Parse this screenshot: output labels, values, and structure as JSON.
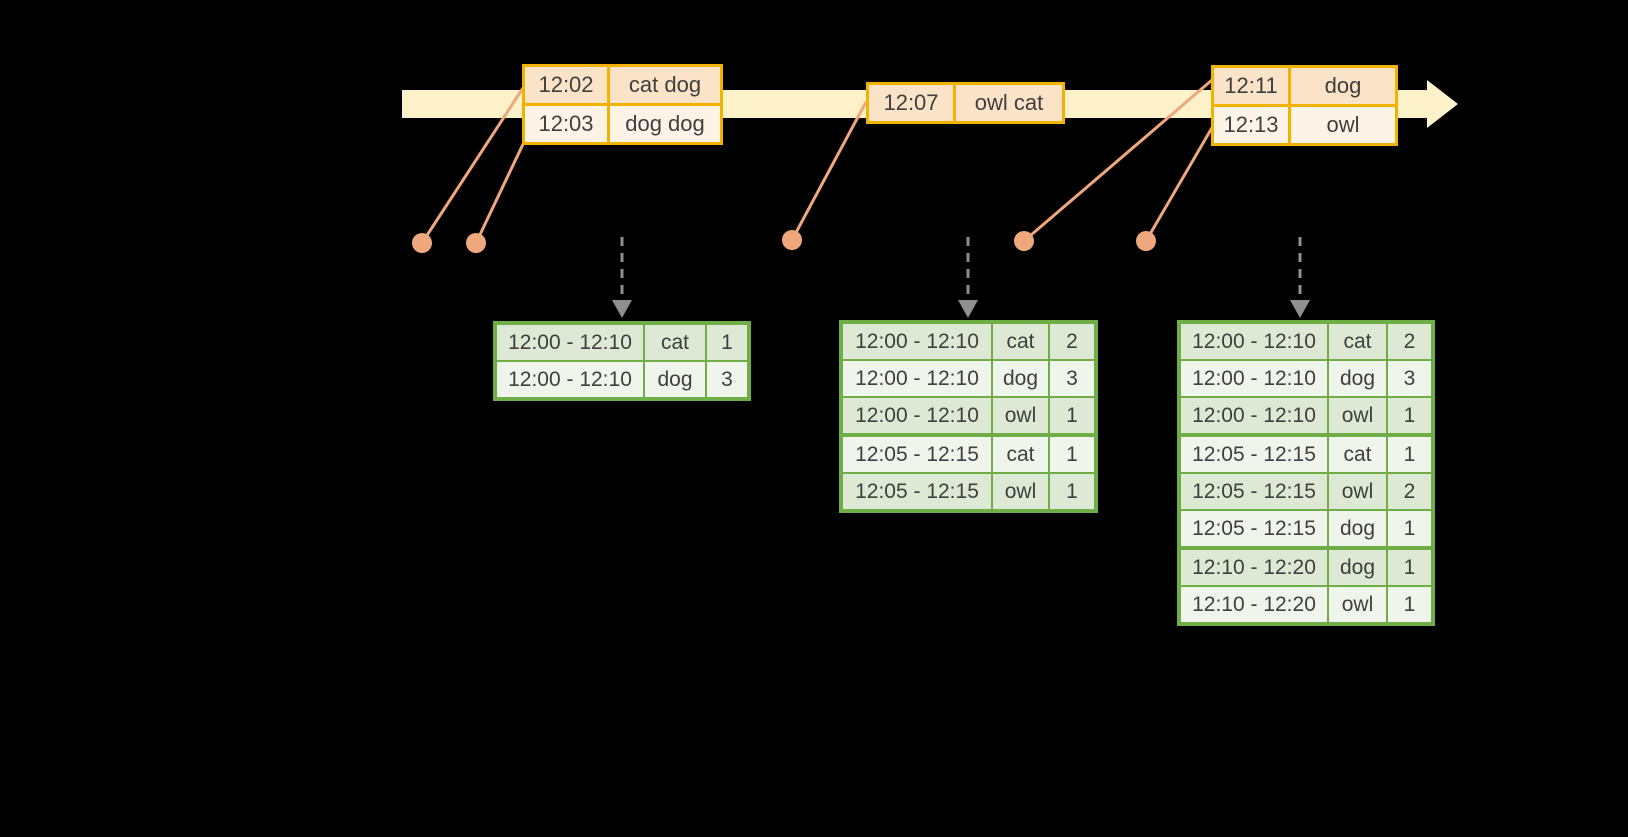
{
  "colors": {
    "background": "#000000",
    "timeline_band": "#fcf1c9",
    "event_border": "#f2b200",
    "event_row_odd": "#fae3c6",
    "event_row_even": "#fdf4e7",
    "result_border": "#6fad47",
    "result_row_odd": "#dde9d4",
    "result_row_even": "#eff5eb",
    "connector": "#efa87d",
    "dashed_arrow": "#8f8f8f",
    "text": "#3f3f3f"
  },
  "icons": {
    "timeline_arrow": "right-arrow-band",
    "event_dot": "filled-circle",
    "dashed_arrow": "dashed-down-arrow"
  },
  "timeline": {
    "event_tables": [
      {
        "rows": [
          {
            "time": "12:02",
            "words": "cat dog"
          },
          {
            "time": "12:03",
            "words": "dog dog"
          }
        ]
      },
      {
        "rows": [
          {
            "time": "12:07",
            "words": "owl cat"
          }
        ]
      },
      {
        "rows": [
          {
            "time": "12:11",
            "words": "dog"
          },
          {
            "time": "12:13",
            "words": "owl"
          }
        ]
      }
    ]
  },
  "result_tables": [
    {
      "rows": [
        {
          "window": "12:00 - 12:10",
          "word": "cat",
          "count": "1"
        },
        {
          "window": "12:00 - 12:10",
          "word": "dog",
          "count": "3"
        }
      ]
    },
    {
      "rows": [
        {
          "window": "12:00 - 12:10",
          "word": "cat",
          "count": "2"
        },
        {
          "window": "12:00 - 12:10",
          "word": "dog",
          "count": "3"
        },
        {
          "window": "12:00 - 12:10",
          "word": "owl",
          "count": "1"
        },
        {
          "window": "12:05 - 12:15",
          "word": "cat",
          "count": "1"
        },
        {
          "window": "12:05 - 12:15",
          "word": "owl",
          "count": "1"
        }
      ]
    },
    {
      "rows": [
        {
          "window": "12:00 - 12:10",
          "word": "cat",
          "count": "2"
        },
        {
          "window": "12:00 - 12:10",
          "word": "dog",
          "count": "3"
        },
        {
          "window": "12:00 - 12:10",
          "word": "owl",
          "count": "1"
        },
        {
          "window": "12:05 - 12:15",
          "word": "cat",
          "count": "1"
        },
        {
          "window": "12:05 - 12:15",
          "word": "owl",
          "count": "2"
        },
        {
          "window": "12:05 - 12:15",
          "word": "dog",
          "count": "1"
        },
        {
          "window": "12:10 - 12:20",
          "word": "dog",
          "count": "1"
        },
        {
          "window": "12:10 - 12:20",
          "word": "owl",
          "count": "1"
        }
      ]
    }
  ]
}
